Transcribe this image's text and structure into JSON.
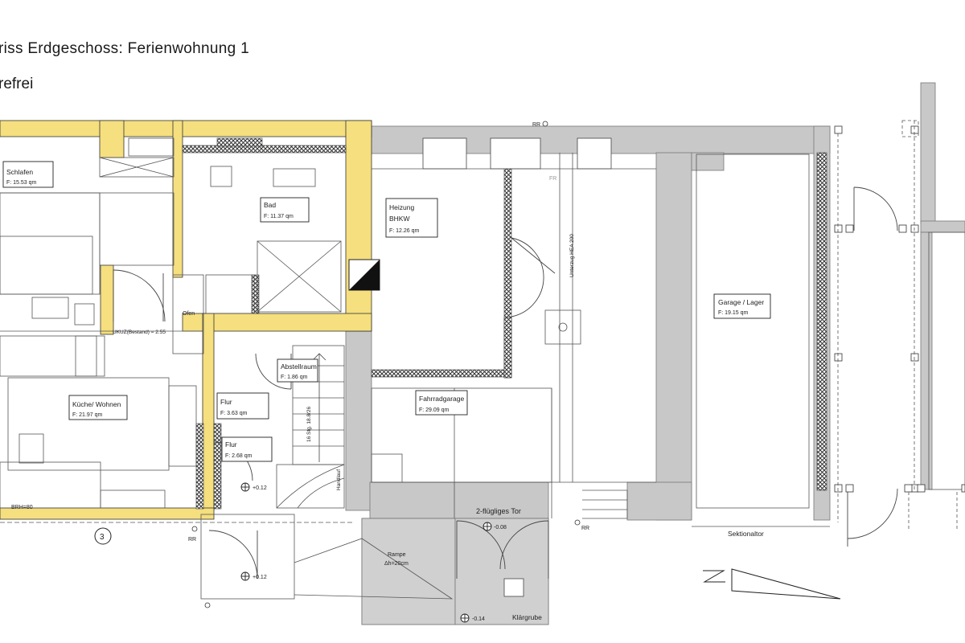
{
  "header": {
    "title": "riss Erdgeschoss: Ferienwohnung 1",
    "subtitle": "refrei"
  },
  "colors": {
    "wall_new": "#f5df7e",
    "wall_existing": "#c8c8c8",
    "hatch": "#444444",
    "line": "#333333"
  },
  "rooms": [
    {
      "id": "schlafen",
      "name": "Schlafen",
      "area": "F:  15.53 qm"
    },
    {
      "id": "bad",
      "name": "Bad",
      "area": "F:   11.37 qm"
    },
    {
      "id": "heizung",
      "name": "Heizung",
      "name2": "BHKW",
      "area": "F:  12.26 qm"
    },
    {
      "id": "garage",
      "name": "Garage / Lager",
      "area": "F:  19.15 qm"
    },
    {
      "id": "abstellraum",
      "name": "Abstellraum",
      "area": "F:  1.86 qm"
    },
    {
      "id": "kueche",
      "name": "Küche/ Wohnen",
      "area": "F:  21.97 qm"
    },
    {
      "id": "flur1",
      "name": "Flur",
      "area": "F:  3.63 qm"
    },
    {
      "id": "flur2",
      "name": "Flur",
      "area": "F:   2.68 qm"
    },
    {
      "id": "fahrrad",
      "name": "Fahrradgarage",
      "area": "F:  29.09 qm"
    }
  ],
  "labels": {
    "ofen": "Ofen",
    "ukuz": "UKUZ(Bestand) = 2.55",
    "brh": "BRH=80",
    "tor": "2-flügliges Tor",
    "sektionaltor": "Sektionaltor",
    "rampe": "Rampe",
    "rampe_h": "Δh=20cm",
    "klaergrube": "Klärgrube",
    "unterzug": "Unterzug HEA 200",
    "stairs": "16 Stg. 18.8/26",
    "handlauf": "Handlauf",
    "rr1": "RR",
    "rr2": "RR",
    "rr3": "RR",
    "fr": "FR",
    "axis3": "3"
  },
  "levels": {
    "l1": "+0.12",
    "l2": "+0.12",
    "l3": "-0.08",
    "l4": "-0.14"
  }
}
